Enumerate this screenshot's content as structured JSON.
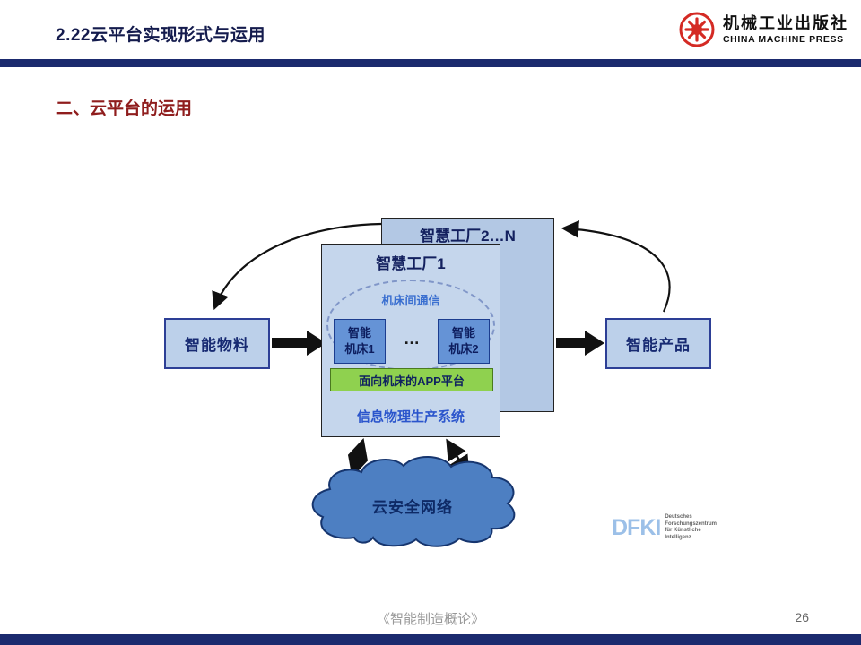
{
  "slide": {
    "header": {
      "title": "2.22云平台实现形式与运用"
    },
    "publisher": {
      "name_cn": "机械工业出版社",
      "name_en": "CHINA MACHINE PRESS",
      "logo_icon": "gear-emblem-icon",
      "brand_red": "#d42a24"
    },
    "section_title": "二、云平台的运用",
    "footer": {
      "book_title": "《智能制造概论》",
      "page_number": "26"
    }
  },
  "diagram": {
    "smart_factory_n": {
      "label": "智慧工厂2…N"
    },
    "smart_factory_1": {
      "label": "智慧工厂1"
    },
    "machine_comm": {
      "label": "机床间通信"
    },
    "machine_1": {
      "line1": "智能",
      "line2": "机床1"
    },
    "machines_ellipsis": "…",
    "machine_2": {
      "line1": "智能",
      "line2": "机床2"
    },
    "app_platform": {
      "label": "面向机床的APP平台",
      "fill": "#8fd14f"
    },
    "cps": {
      "label": "信息物理生产系统"
    },
    "smart_material": {
      "label": "智能物料"
    },
    "smart_product": {
      "label": "智能产品"
    },
    "cloud": {
      "label": "云安全网络",
      "fill": "#4d7fc2"
    },
    "dfki": {
      "logo_text": "DFKI",
      "caption": "Deutsches Forschungszentrum für Künstliche Intelligenz"
    }
  },
  "colors": {
    "navy_bar": "#1b2a6e",
    "header_title_text": "#141b4d",
    "section_title_red": "#8f1d1d",
    "box_fill_light": "#bcd0ea",
    "box_border_blue": "#2d3f96",
    "box_text_navy": "#172a72",
    "machine_fill": "#6593d6",
    "arrow_black": "#111111"
  }
}
